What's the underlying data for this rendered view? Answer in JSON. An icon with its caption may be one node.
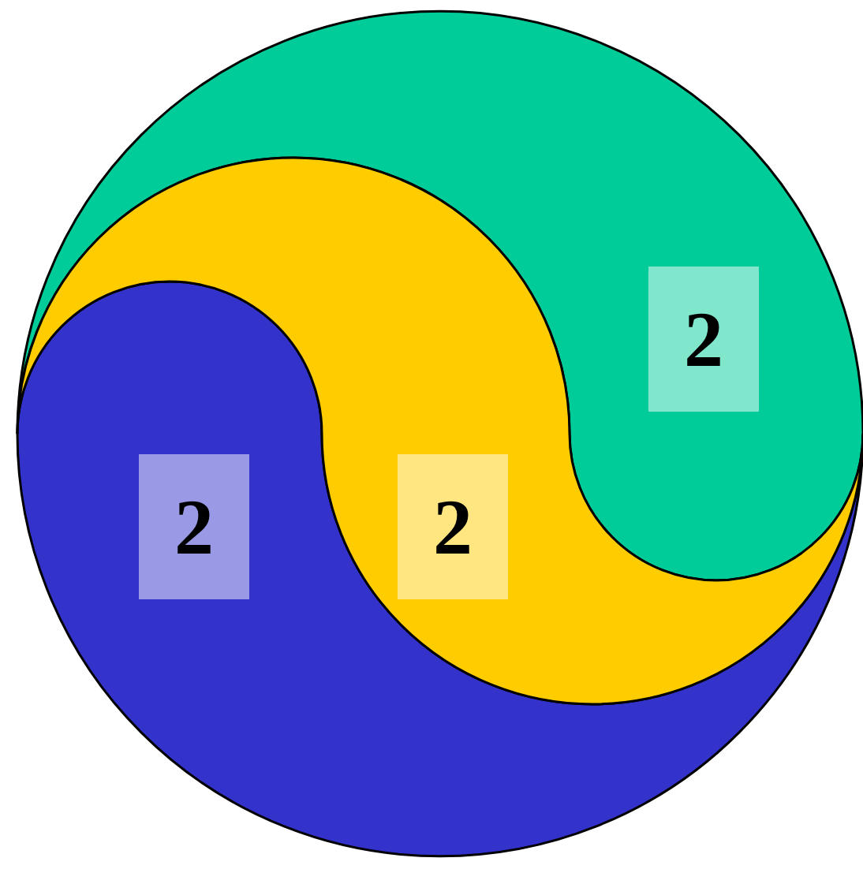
{
  "diagram": {
    "nodes": [
      {
        "text": [
          "2"
        ]
      },
      {
        "text": [
          "2"
        ]
      },
      {
        "text": [
          "2"
        ]
      }
    ]
  }
}
